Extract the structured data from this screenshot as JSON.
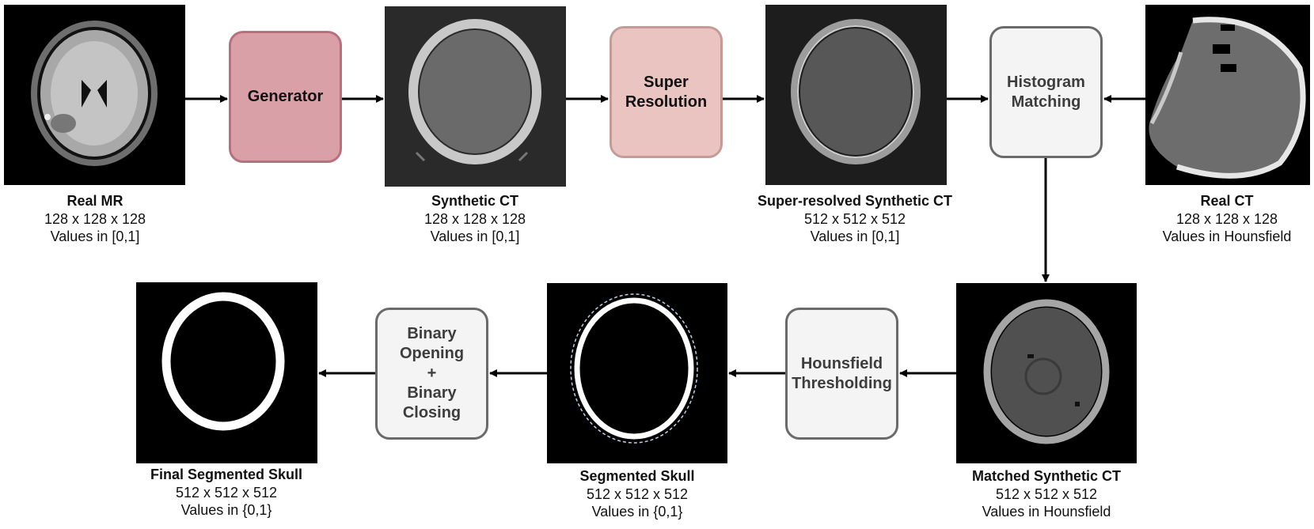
{
  "nodes": {
    "generator": "Generator",
    "super_resolution": [
      "Super",
      "Resolution"
    ],
    "histogram_matching": [
      "Histogram",
      "Matching"
    ],
    "hounsfield_thresholding": [
      "Hounsfield",
      "Thresholding"
    ],
    "binary_ops": [
      "Binary",
      "Opening",
      "+",
      "Binary",
      "Closing"
    ]
  },
  "captions": {
    "real_mr": {
      "title": "Real MR",
      "size": "128 x 128 x 128",
      "values": "Values in [0,1]"
    },
    "synthetic_ct": {
      "title": "Synthetic CT",
      "size": "128 x 128 x 128",
      "values": "Values in [0,1]"
    },
    "super_resolved": {
      "title": "Super-resolved Synthetic CT",
      "size": "512 x 512 x 512",
      "values": "Values in [0,1]"
    },
    "real_ct": {
      "title": "Real CT",
      "size": "128 x 128 x 128",
      "values": "Values in Hounsfield"
    },
    "matched": {
      "title": "Matched Synthetic CT",
      "size": "512 x 512 x 512",
      "values": "Values in Hounsfield"
    },
    "segmented": {
      "title": "Segmented Skull",
      "size": "512 x 512 x 512",
      "values": "Values in {0,1}"
    },
    "final": {
      "title": "Final Segmented Skull",
      "size": "512 x 512 x 512",
      "values": "Values in {0,1}"
    }
  },
  "colors": {
    "generator_fill": "#d9a0a8",
    "super_resolution_fill": "#eac4c0",
    "process_fill": "#f4f4f4",
    "arrow": "#000000"
  }
}
